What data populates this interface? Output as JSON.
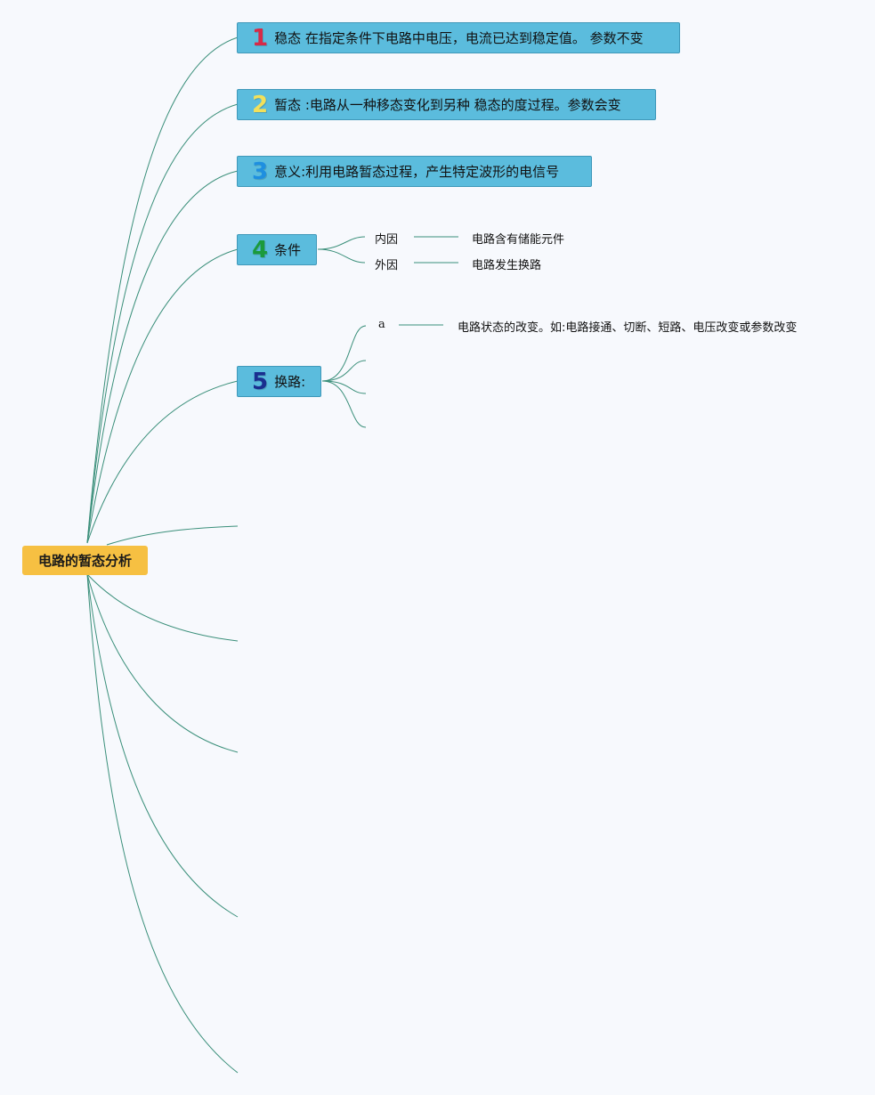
{
  "root": {
    "label": "电路的暂态分析",
    "color": "#f6c042"
  },
  "topics": [
    {
      "num": "1",
      "num_color": "#d72a47",
      "label": "稳态 在指定条件下电路中电压，电流已达到稳定值。 参数不变"
    },
    {
      "num": "2",
      "num_color": "#f2e05a",
      "label": "暂态 :电路从一种移态变化到另种 稳态的度过程。参数会变"
    },
    {
      "num": "3",
      "num_color": "#1e8fe0",
      "label": "意义:利用电路暂态过程，产生特定波形的电信号"
    },
    {
      "num": "4",
      "num_color": "#1b9a3c",
      "label": "条件"
    },
    {
      "num": "5",
      "num_color": "#1a2f8f",
      "label": "换路:"
    }
  ],
  "conditions": {
    "internal": {
      "label": "内因",
      "detail": "电路含有储能元件"
    },
    "external": {
      "label": "外因",
      "detail": "电路发生换路"
    }
  },
  "switching": {
    "item_a": {
      "label": "a",
      "detail": "电路状态的改变。如:电路接通、切断、短路、电压改变或参数改变"
    }
  },
  "colors": {
    "topic_bg": "#5bbcdd",
    "line": "#3a8f7a",
    "background": "#f7f9fd"
  }
}
